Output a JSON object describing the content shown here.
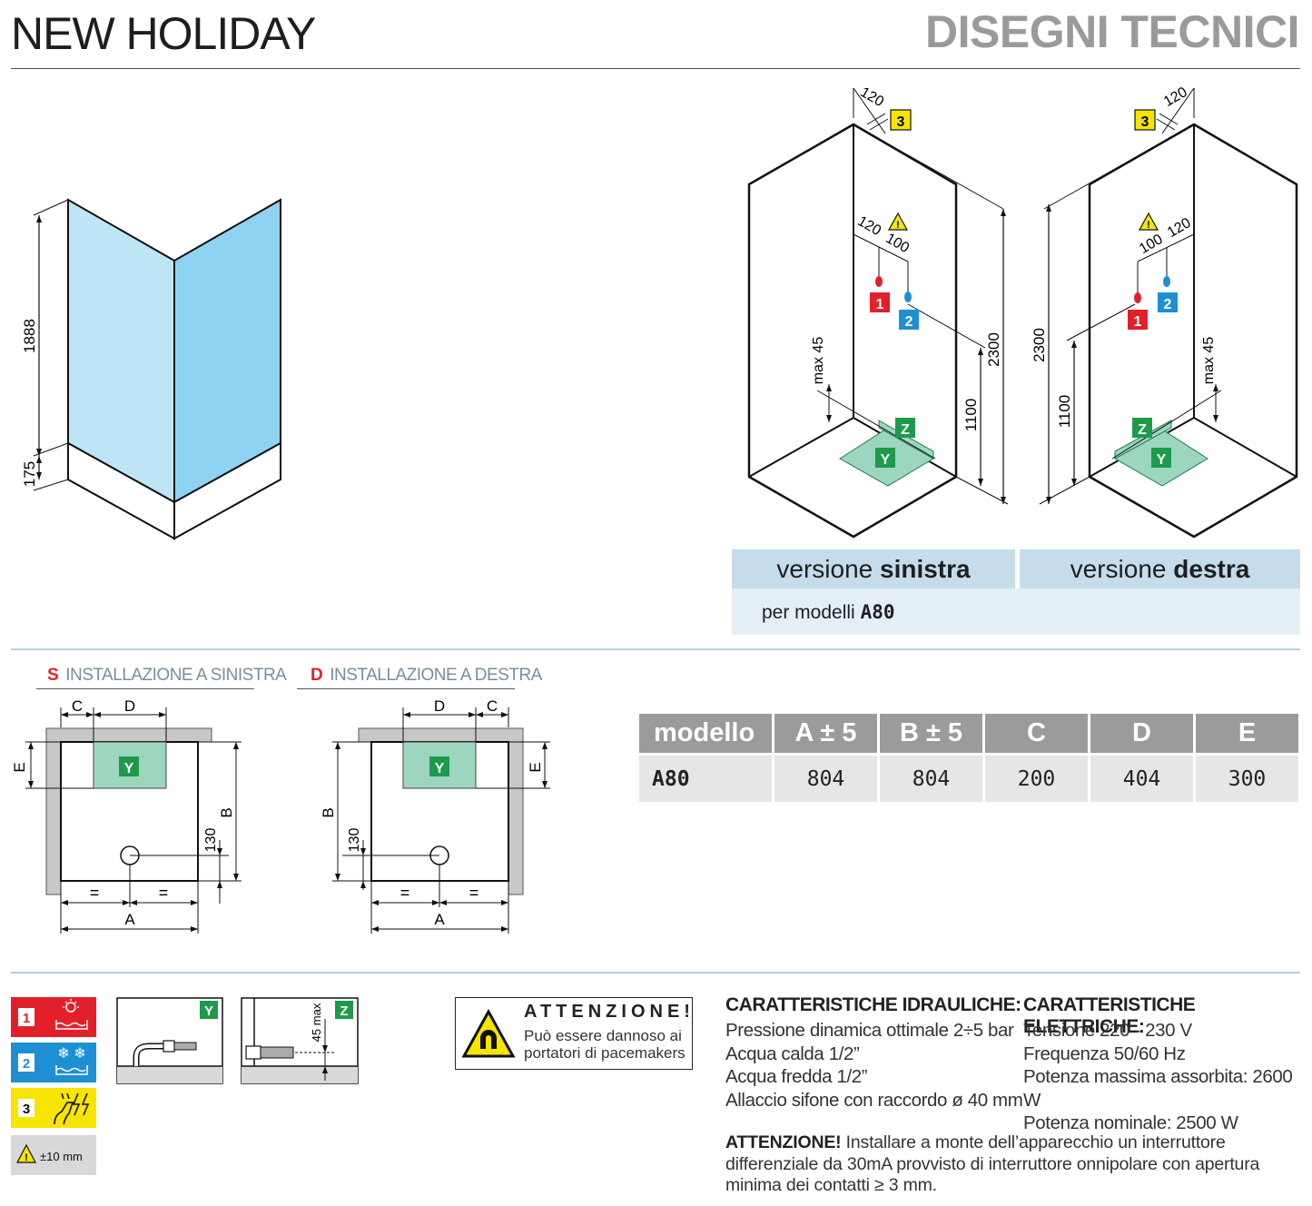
{
  "header": {
    "product": "NEW HOLIDAY",
    "section": "DISEGNI TECNICI"
  },
  "front_view": {
    "dim_height": "1888",
    "dim_base": "175"
  },
  "perspective_left": {
    "dim_top": "120",
    "badge_power": "3",
    "dim_a": "120",
    "dim_b": "100",
    "badge_hot": "1",
    "badge_cold": "2",
    "dim_max": "max 45",
    "dim_total": "2300",
    "dim_inlet": "1100",
    "badge_z": "Z",
    "badge_y": "Y"
  },
  "perspective_right": {
    "dim_top": "120",
    "badge_power": "3",
    "dim_a": "100",
    "dim_b": "120",
    "badge_hot": "1",
    "badge_cold": "2",
    "dim_max": "max 45",
    "dim_total": "2300",
    "dim_inlet": "1100",
    "badge_z": "Z",
    "badge_y": "Y"
  },
  "versions": {
    "left_prefix": "versione ",
    "left_bold": "sinistra",
    "right_prefix": "versione ",
    "right_bold": "destra",
    "models_prefix": "per modelli ",
    "models_bold": "A80"
  },
  "installation": {
    "left_letter": "S",
    "left_title": "INSTALLAZIONE A SINISTRA",
    "right_letter": "D",
    "right_title": "INSTALLAZIONE A DESTRA",
    "label_c": "C",
    "label_d": "D",
    "label_e": "E",
    "label_b": "B",
    "label_a": "A",
    "label_eq": "=",
    "label_y": "Y",
    "dim_130": "130"
  },
  "model_table": {
    "headers": [
      "modello",
      "A ± 5",
      "B ± 5",
      "C",
      "D",
      "E"
    ],
    "rows": [
      [
        "A80",
        "804",
        "804",
        "200",
        "404",
        "300"
      ]
    ]
  },
  "legend": {
    "item1": "1",
    "item2": "2",
    "item3": "3",
    "tolerance": "±10 mm",
    "badge_y": "Y",
    "badge_z": "Z",
    "dim_45": "45 max"
  },
  "attention_box": {
    "title": "ATTENZIONE!",
    "line1": "Può essere dannoso ai",
    "line2": "portatori di pacemakers"
  },
  "hydraulic": {
    "title": "CARATTERISTICHE IDRAULICHE:",
    "lines": [
      "Pressione dinamica ottimale 2÷5 bar",
      "Acqua calda 1/2”",
      "Acqua fredda 1/2”",
      "Allaccio sifone con raccordo ø 40 mm"
    ]
  },
  "electrical": {
    "title": "CARATTERISTICHE ELETTRICHE:",
    "lines": [
      "Tensione 220 - 230 V",
      "Frequenza 50/60 Hz",
      "Potenza massima assorbita: 2600 W",
      "Potenza nominale: 2500 W"
    ]
  },
  "warning_note": {
    "bold": "ATTENZIONE!",
    "text": " Installare a monte dell’apparecchio un interruttore differenziale da 30mA provvisto di interruttore onnipolare con apertura minima dei contatti ≥ 3 mm."
  },
  "colors": {
    "red": "#e3202a",
    "blue": "#1e8fd2",
    "yellow": "#f7e400",
    "green": "#1e9a4a",
    "green_fill": "#9dd6bf",
    "glass": "#a9dcf3",
    "table_header": "#9b9b9b",
    "version_band": "#c6dcea"
  }
}
